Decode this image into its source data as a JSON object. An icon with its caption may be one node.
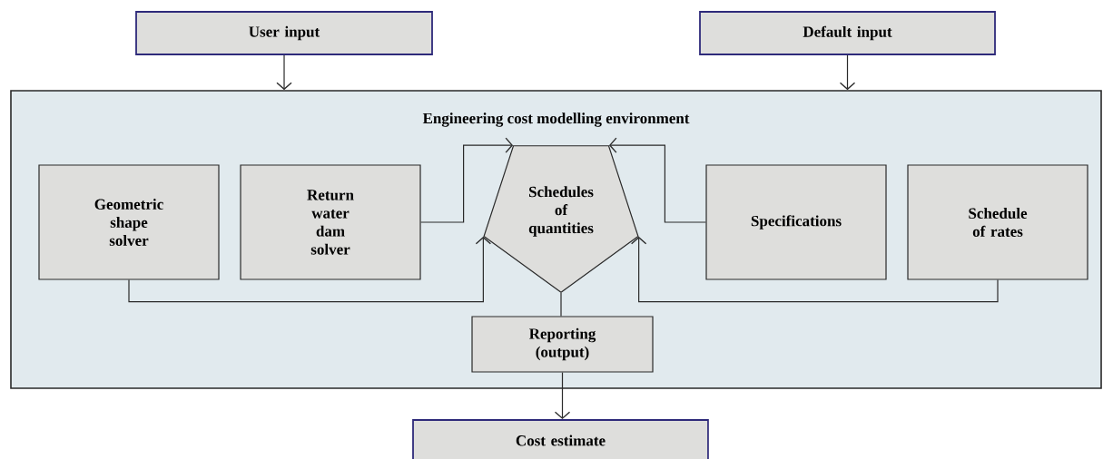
{
  "diagram": {
    "nodes": [
      {
        "text": [
          "User input"
        ]
      },
      {
        "text": [
          "Default input"
        ]
      },
      {
        "text": [
          "Engineering cost modelling environment"
        ]
      },
      {
        "text": [
          "Geometric shape solver"
        ],
        "in": 2
      },
      {
        "text": [
          "Return water dam solver"
        ],
        "in": 2
      },
      {
        "text": [
          "Schedules of quantities"
        ],
        "in": 2
      },
      {
        "text": [
          "Specifications"
        ],
        "in": 2
      },
      {
        "text": [
          "Schedule of rates"
        ],
        "in": 2
      },
      {
        "text": [
          "Reporting (output)"
        ],
        "in": 2
      },
      {
        "text": [
          "Cost estimate"
        ]
      }
    ],
    "edges": [
      {
        "from": 0,
        "to": 2,
        "arrow": "to"
      },
      {
        "from": 1,
        "to": 2,
        "arrow": "to"
      },
      {
        "from": 4,
        "to": 5,
        "arrow": "to"
      },
      {
        "from": 6,
        "to": 5,
        "arrow": "to"
      },
      {
        "from": 3,
        "to": 5,
        "arrow": "to"
      },
      {
        "from": 7,
        "to": 5,
        "arrow": "to"
      },
      {
        "from": 5,
        "to": 8,
        "arrow": "none"
      },
      {
        "from": 8,
        "to": 9,
        "arrow": "to"
      }
    ]
  }
}
